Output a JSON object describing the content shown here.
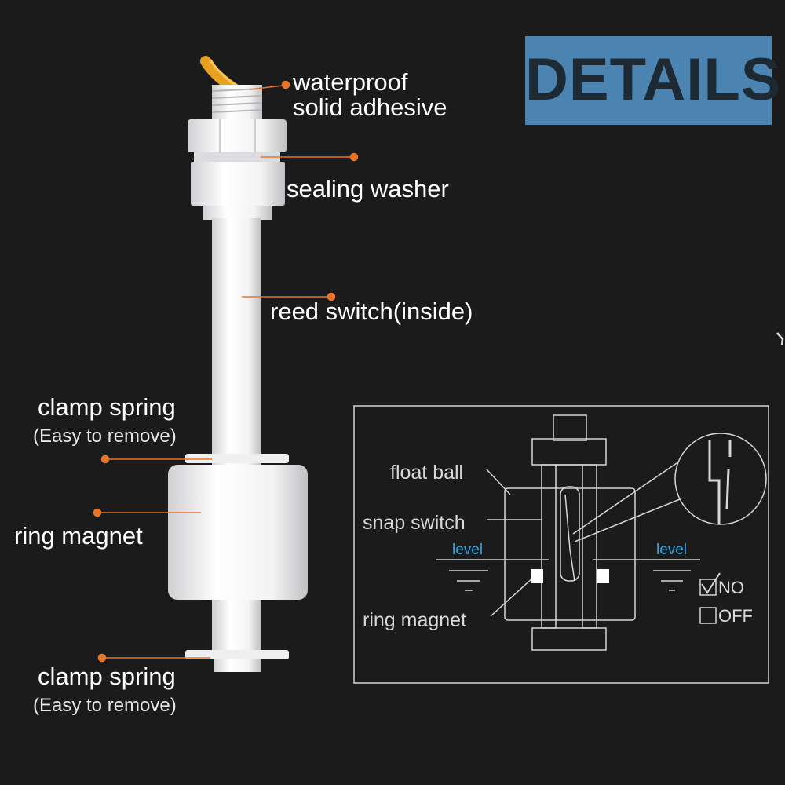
{
  "title": "DETAILS",
  "callouts": {
    "waterproof_line1": "waterproof",
    "waterproof_line2": "solid adhesive",
    "sealing_washer": "sealing washer",
    "reed_switch": "reed switch(inside)",
    "clamp_spring_top": "clamp spring",
    "clamp_spring_top_note": "(Easy to remove)",
    "ring_magnet": "ring magnet",
    "clamp_spring_bottom": "clamp spring",
    "clamp_spring_bottom_note": "(Easy to remove)"
  },
  "diagram": {
    "float_ball": "float ball",
    "snap_switch": "snap switch",
    "ring_magnet": "ring magnet",
    "level_left": "level",
    "level_right": "level",
    "state_no": "NO",
    "state_off": "OFF"
  },
  "colors": {
    "background": "#1b1b1c",
    "badge": "#4b83b1",
    "callout_dot": "#e8742a",
    "level_text": "#3aa6d8",
    "cable": "#e8a020"
  }
}
